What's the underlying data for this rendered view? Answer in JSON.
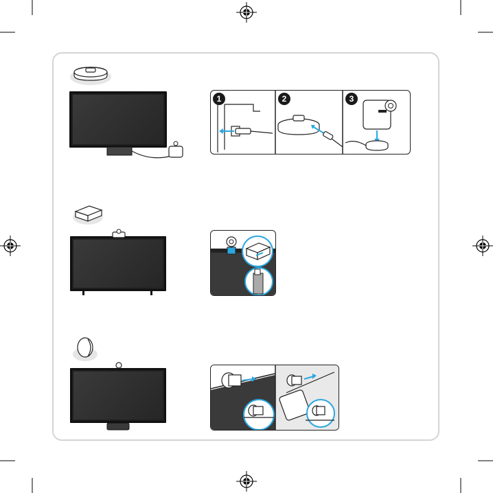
{
  "steps": {
    "s1": "1",
    "s2": "2",
    "s3": "3"
  },
  "icons": {
    "registration": "crosshair-registration-mark",
    "trim": "trim-corner-mark",
    "base_mount": "camera-base-mount-icon",
    "box_mount": "camera-box-mount-icon",
    "disc_mount": "camera-disc-mount-icon"
  },
  "colors": {
    "accent": "#2aa7e0",
    "outline": "#222222",
    "screen": "#2b2b2b",
    "panel_border": "#d4d4d4",
    "grey_fill": "#e6e6e6"
  }
}
